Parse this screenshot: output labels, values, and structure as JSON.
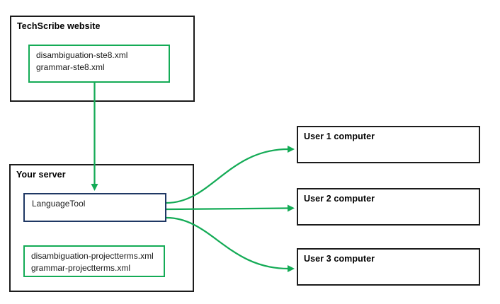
{
  "diagram": {
    "colors": {
      "arrow_green": "#14ab56",
      "file_box_green": "#14ab56",
      "tool_border_navy": "#1f3864",
      "border_black": "#1c1c1c"
    },
    "source_box": {
      "title": "TechScribe website",
      "files": [
        "disambiguation-ste8.xml",
        "grammar-ste8.xml"
      ]
    },
    "server_box": {
      "title": "Your server",
      "tool_label": "LanguageTool",
      "files": [
        "disambiguation-projectterms.xml",
        "grammar-projectterms.xml"
      ]
    },
    "clients": [
      {
        "label": "User 1 computer"
      },
      {
        "label": "User 2 computer"
      },
      {
        "label": "User 3 computer"
      }
    ]
  }
}
